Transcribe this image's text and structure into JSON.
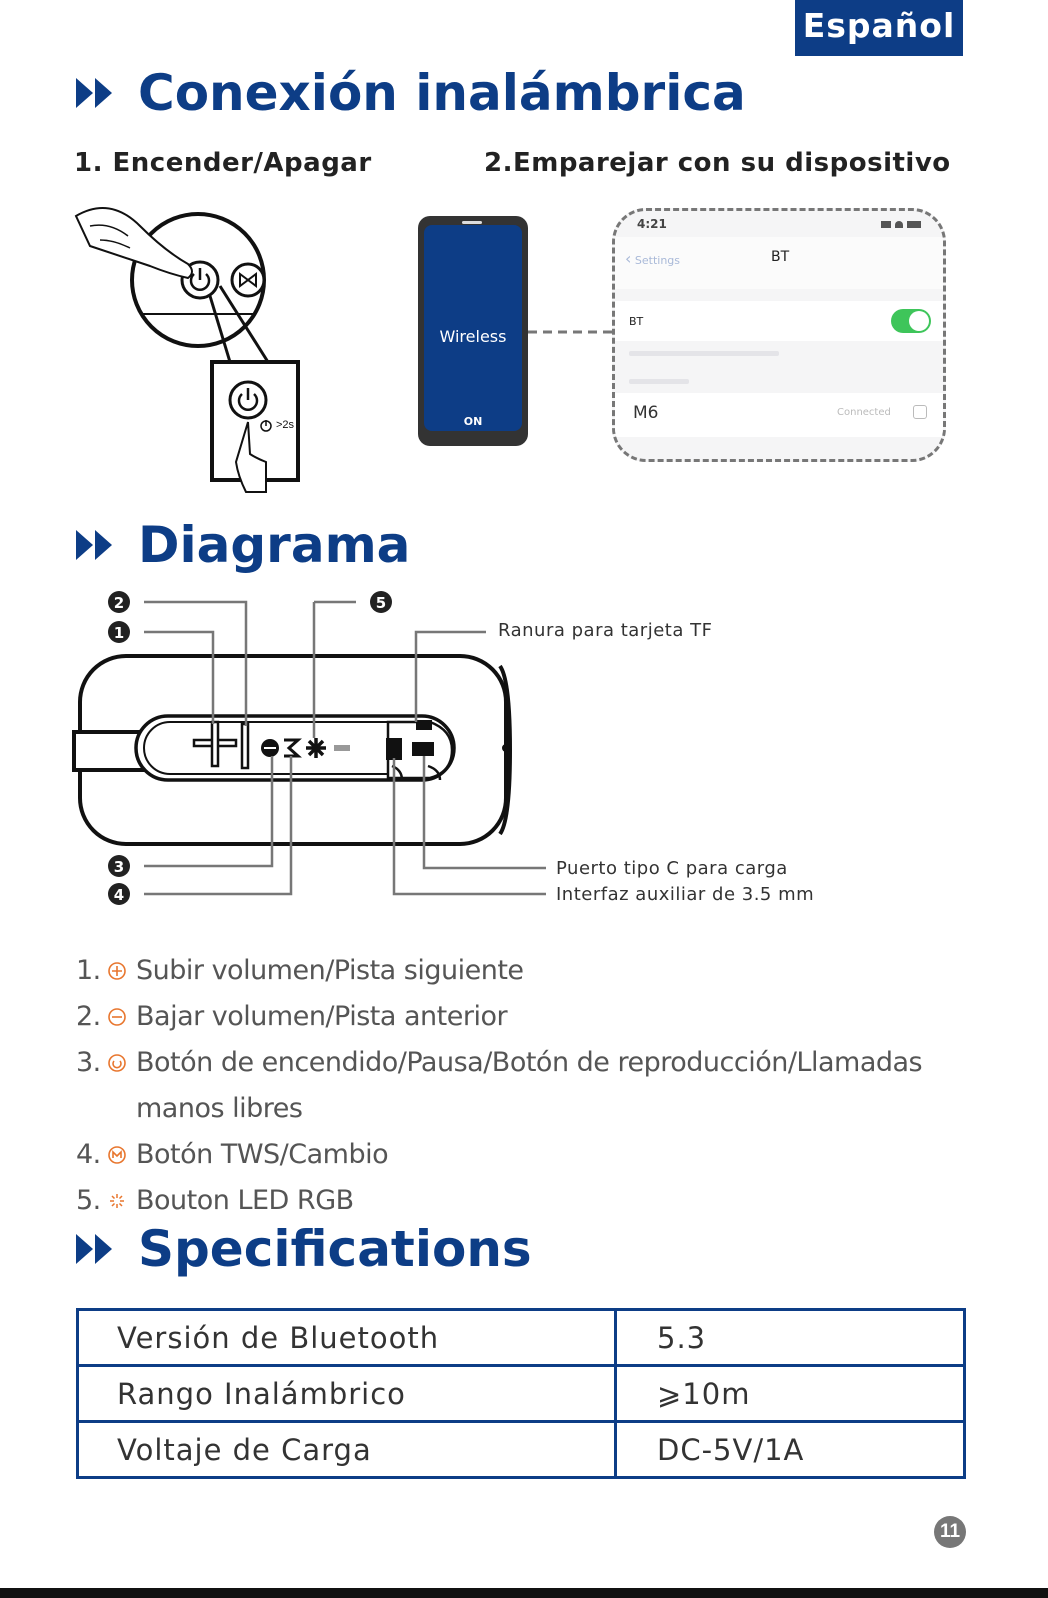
{
  "badge": "Español",
  "colors": {
    "brand": "#0d3d86",
    "orange": "#e8762e",
    "toggle": "#3ec55a"
  },
  "sections": {
    "conexion": "Conexión inalámbrica",
    "diagrama": "Diagrama",
    "specs": "Specifications"
  },
  "steps": {
    "step1": "1. Encender/Apagar",
    "step2": "2.Emparejar con su dispositivo"
  },
  "power_hold": ">2s",
  "phone": {
    "label": "Wireless",
    "status": "ON"
  },
  "settings": {
    "time": "4:21",
    "back": "Settings",
    "header": "BT",
    "row_label": "BT",
    "device": "M6",
    "device_status": "Connected"
  },
  "diagram": {
    "markers": [
      "1",
      "2",
      "3",
      "4",
      "5"
    ],
    "callouts": {
      "tf": "Ranura para tarjeta TF",
      "typec": "Puerto tipo C para carga",
      "aux": "Interfaz auxiliar de 3.5 mm"
    }
  },
  "functions": [
    {
      "num": "1.",
      "icon": "plus-icon",
      "text": "Subir volumen/Pista siguiente"
    },
    {
      "num": "2.",
      "icon": "minus-icon",
      "text": "Bajar volumen/Pista anterior"
    },
    {
      "num": "3.",
      "icon": "power-icon",
      "text": "Botón de encendido/Pausa/Botón de reproducción/Llamadas manos libres"
    },
    {
      "num": "4.",
      "icon": "mode-m-icon",
      "text": "Botón TWS/Cambio"
    },
    {
      "num": "5.",
      "icon": "led-icon",
      "text": "Bouton LED RGB"
    }
  ],
  "specs": [
    {
      "key": "Versión de Bluetooth",
      "value": "5.3"
    },
    {
      "key": "Rango Inalámbrico",
      "value": "⩾10m"
    },
    {
      "key": "Voltaje de Carga",
      "value": "DC-5V/1A"
    }
  ],
  "page_number": "11"
}
